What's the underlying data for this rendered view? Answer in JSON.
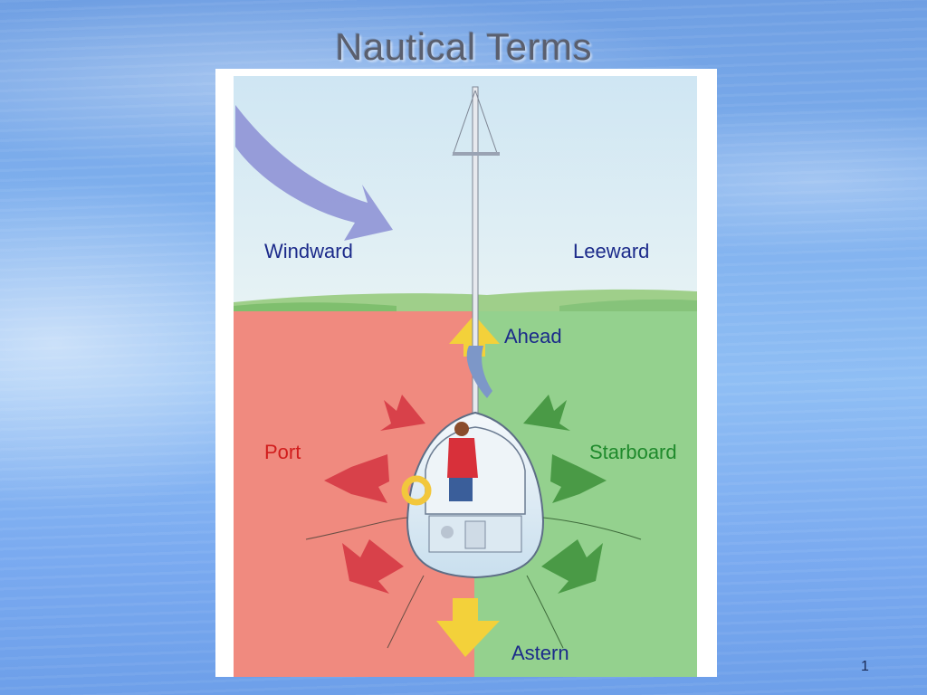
{
  "slide": {
    "title": "Nautical Terms",
    "page_number": "1"
  },
  "labels": {
    "windward": "Windward",
    "leeward": "Leeward",
    "ahead": "Ahead",
    "port": "Port",
    "starboard": "Starboard",
    "astern": "Astern"
  },
  "colors": {
    "port_side": "#f08a7f",
    "starboard_side": "#94d18e",
    "sky": "#dcebf2",
    "label_blue": "#1b2a8a",
    "label_port": "#d11d1d",
    "label_starboard": "#1f8a2c",
    "arrow_red": "#d8414a",
    "arrow_green": "#4a9a46",
    "arrow_yellow": "#f3d13a",
    "wind_arrow": "#8f93d6"
  },
  "icons": [
    "wind-arrow-icon",
    "sailboat-illustration",
    "direction-arrow-icon"
  ]
}
